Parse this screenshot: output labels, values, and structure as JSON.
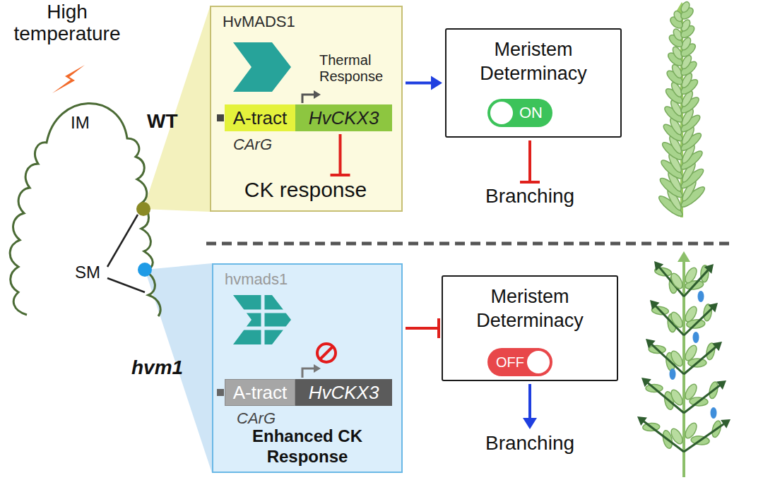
{
  "diagram": {
    "nodes": [
      {
        "text": [
          "HvMADS1"
        ]
      },
      {
        "text": [
          "A-tract",
          "CArG"
        ],
        "in": 0
      },
      {
        "text": [
          "HvCKX3"
        ],
        "in": 0
      },
      {
        "text": [
          "CK response"
        ],
        "in": 0
      },
      {
        "text": [
          "Meristem Determinacy"
        ]
      },
      {
        "text": [
          "ON"
        ],
        "in": 4
      },
      {
        "text": [
          "Branching"
        ]
      },
      {
        "text": [
          "hvmads1"
        ]
      },
      {
        "text": [
          "A-tract",
          "CArG"
        ],
        "in": 7
      },
      {
        "text": [
          "HvCKX3"
        ],
        "in": 7
      },
      {
        "text": [
          "Enhanced CK Response"
        ],
        "in": 7
      },
      {
        "text": [
          "Meristem Determinacy"
        ]
      },
      {
        "text": [
          "OFF"
        ],
        "in": 11
      },
      {
        "text": [
          "Branching"
        ]
      }
    ],
    "edges": [
      {
        "from": 2,
        "to": 3,
        "arrow": "to"
      },
      {
        "from": 0,
        "to": 4,
        "arrow": "to"
      },
      {
        "from": 4,
        "to": 6,
        "arrow": "to"
      },
      {
        "from": 7,
        "to": 11,
        "arrow": "to"
      },
      {
        "from": 11,
        "to": 13,
        "arrow": "to"
      }
    ],
    "labels": [
      "High temperature",
      "IM",
      "SM",
      "WT",
      "hvm1",
      "Thermal Response"
    ]
  }
}
